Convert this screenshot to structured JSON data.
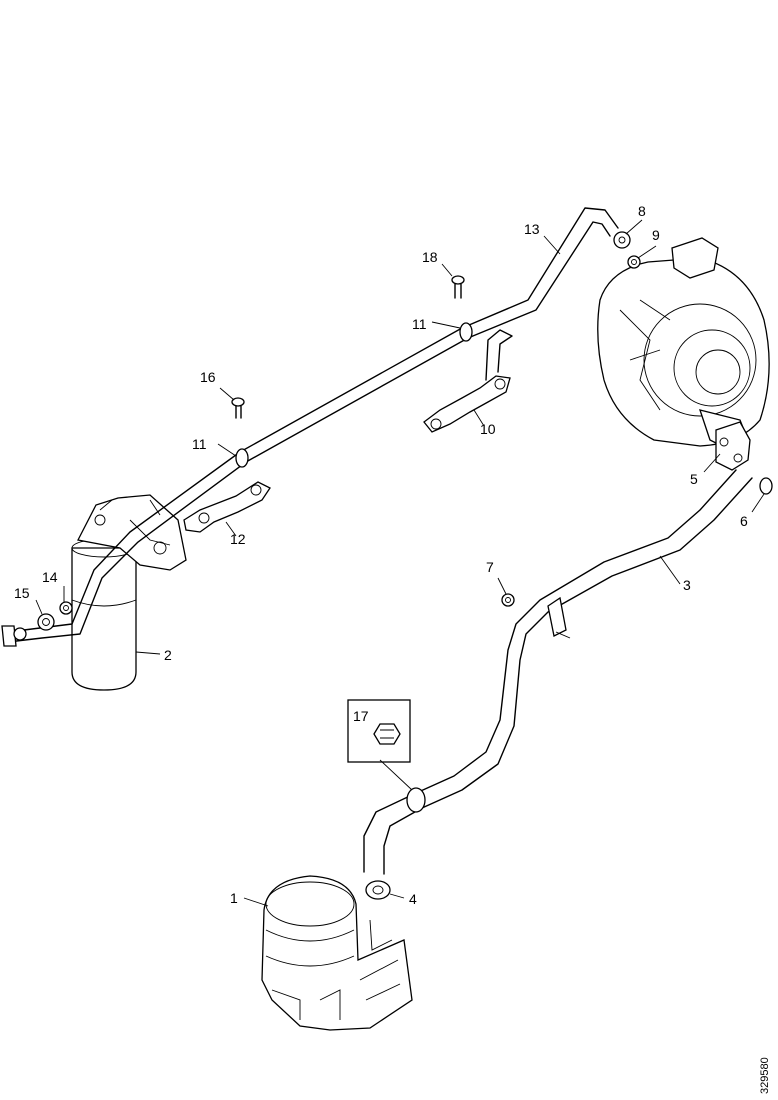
{
  "diagram": {
    "callouts": {
      "c1": "1",
      "c2": "2",
      "c3": "3",
      "c4": "4",
      "c5": "5",
      "c6": "6",
      "c7": "7",
      "c8": "8",
      "c9": "9",
      "c10": "10",
      "c11a": "11",
      "c11b": "11",
      "c12": "12",
      "c13": "13",
      "c14": "14",
      "c15": "15",
      "c16": "16",
      "c17": "17",
      "c18": "18"
    },
    "document_number": "329580"
  }
}
